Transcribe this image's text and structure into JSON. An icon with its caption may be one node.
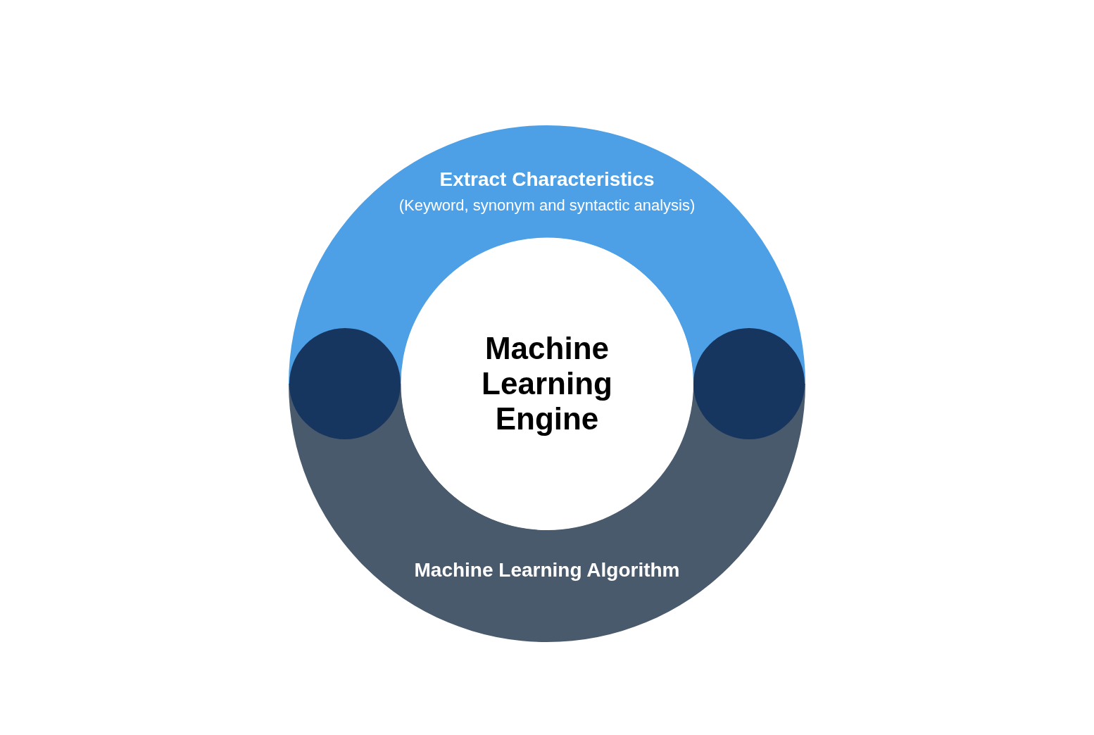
{
  "diagram": {
    "nodes": [
      {
        "text": [
          "Extract Characteristics",
          "(Keyword, synonym and syntactic analysis)"
        ]
      },
      {
        "text": [],
        "shape": "circle"
      },
      {
        "text": [
          "Machine Learning Engine"
        ]
      },
      {
        "text": [],
        "shape": "circle"
      },
      {
        "text": [
          "Machine Learning Algorithm"
        ]
      }
    ]
  }
}
